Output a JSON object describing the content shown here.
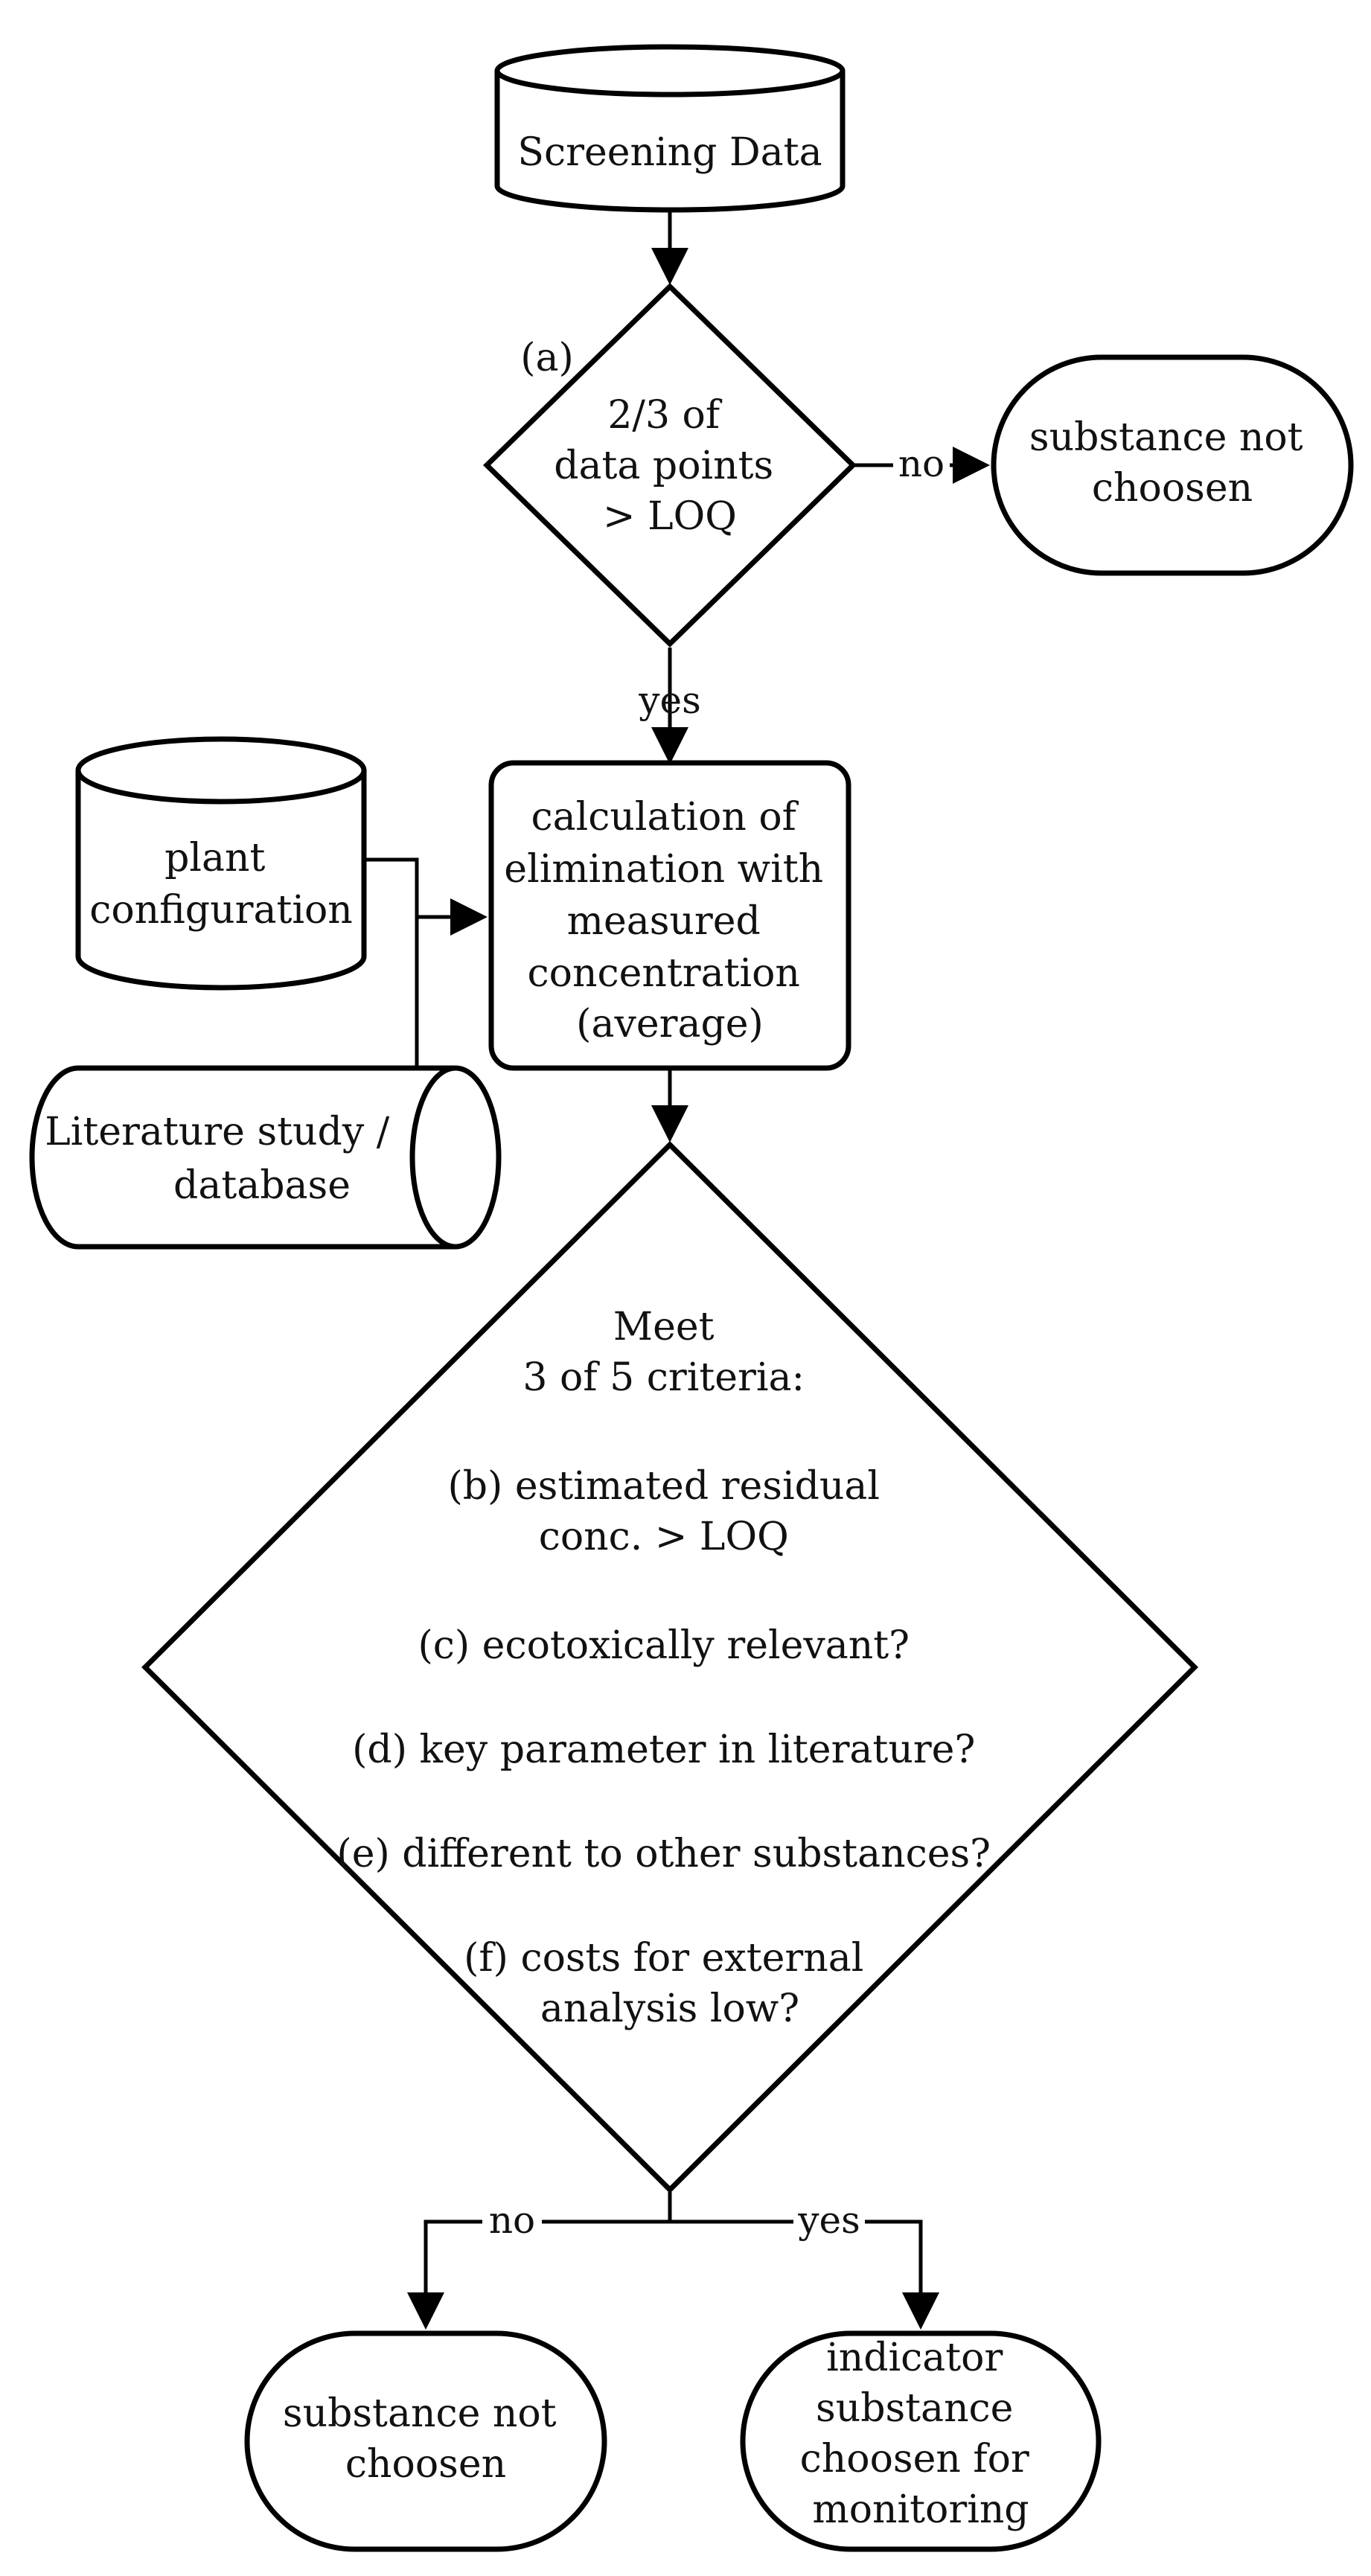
{
  "nodes": {
    "screening_data": {
      "lines": [
        "Screening Data"
      ]
    },
    "decision_a": {
      "marker": "(a)",
      "lines": [
        "2/3 of",
        "data points",
        "> LOQ"
      ]
    },
    "not_chosen_top": {
      "lines": [
        "substance not",
        "choosen"
      ]
    },
    "plant_configuration": {
      "lines": [
        "plant",
        "configuration"
      ]
    },
    "literature_study": {
      "lines": [
        "Literature study /",
        "database"
      ]
    },
    "calculation": {
      "lines": [
        "calculation of",
        "elimination with",
        "measured",
        "concentration",
        "(average)"
      ]
    },
    "criteria": {
      "lines": [
        "Meet",
        "3 of 5 criteria:",
        "",
        "(b) estimated residual",
        "conc. > LOQ",
        "",
        "(c) ecotoxically relevant?",
        "",
        "(d) key parameter in literature?",
        "",
        "(e) different to other substances?",
        "",
        "(f) costs for external",
        "analysis low?"
      ]
    },
    "not_chosen_bottom": {
      "lines": [
        "substance not",
        "choosen"
      ]
    },
    "indicator_chosen": {
      "lines": [
        "indicator",
        "substance",
        "choosen for",
        "monitoring"
      ]
    }
  },
  "edge_labels": {
    "a_no": "no",
    "a_yes": "yes",
    "criteria_no": "no",
    "criteria_yes": "yes"
  }
}
